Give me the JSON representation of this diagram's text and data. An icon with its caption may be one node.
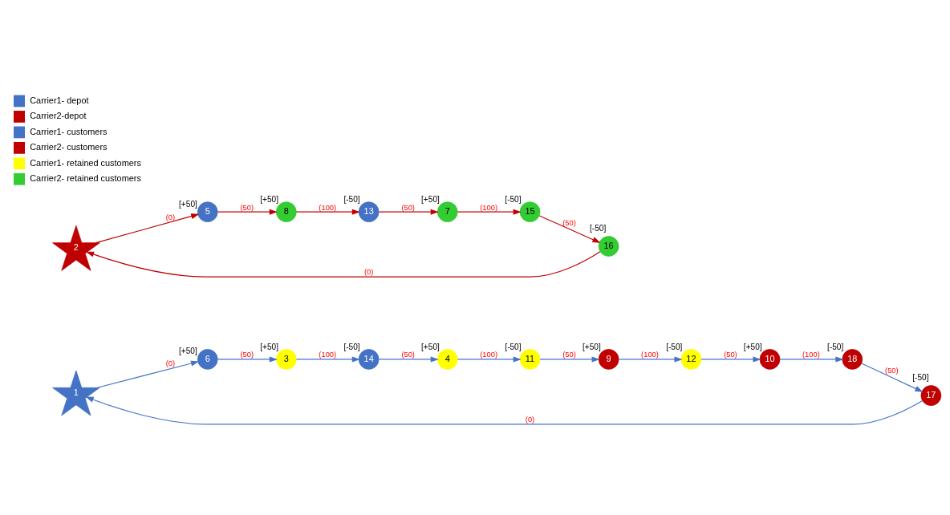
{
  "diagram": {
    "nodes": [
      {
        "text": [
          "1"
        ]
      },
      {
        "text": [
          "6"
        ],
        "beside": [
          "[+50]"
        ]
      },
      {
        "text": [
          "3"
        ],
        "beside": [
          "[+50]"
        ]
      },
      {
        "text": [
          "14"
        ],
        "beside": [
          "[-50]"
        ]
      },
      {
        "text": [
          "4"
        ],
        "beside": [
          "[+50]"
        ]
      },
      {
        "text": [
          "11"
        ],
        "beside": [
          "[-50]"
        ]
      },
      {
        "text": [
          "9"
        ],
        "beside": [
          "[+50]"
        ]
      },
      {
        "text": [
          "12"
        ],
        "beside": [
          "[-50]"
        ]
      },
      {
        "text": [
          "10"
        ],
        "beside": [
          "[+50]"
        ]
      },
      {
        "text": [
          "18"
        ],
        "beside": [
          "[-50]"
        ]
      },
      {
        "text": [
          "17"
        ],
        "beside": [
          "[-50]"
        ]
      },
      {
        "text": [
          "2"
        ]
      },
      {
        "text": [
          "5"
        ],
        "beside": [
          "[+50]"
        ]
      },
      {
        "text": [
          "8"
        ],
        "beside": [
          "[+50]"
        ]
      },
      {
        "text": [
          "13"
        ],
        "beside": [
          "[-50]"
        ]
      },
      {
        "text": [
          "7"
        ],
        "beside": [
          "[+50]"
        ]
      },
      {
        "text": [
          "15"
        ],
        "beside": [
          "[-50]"
        ]
      },
      {
        "text": [
          "16"
        ],
        "beside": [
          "[-50]"
        ]
      }
    ],
    "edges": [
      {
        "from": 0,
        "to": 1,
        "arrow": "to",
        "label": "(0)"
      },
      {
        "from": 1,
        "to": 2,
        "arrow": "to",
        "label": "(50)"
      },
      {
        "from": 2,
        "to": 3,
        "arrow": "to",
        "label": "(100)"
      },
      {
        "from": 3,
        "to": 4,
        "arrow": "to",
        "label": "(50)"
      },
      {
        "from": 4,
        "to": 5,
        "arrow": "to",
        "label": "(100)"
      },
      {
        "from": 5,
        "to": 6,
        "arrow": "to",
        "label": "(50)"
      },
      {
        "from": 6,
        "to": 7,
        "arrow": "to",
        "label": "(100)"
      },
      {
        "from": 7,
        "to": 8,
        "arrow": "to",
        "label": "(50)"
      },
      {
        "from": 8,
        "to": 9,
        "arrow": "to",
        "label": "(100)"
      },
      {
        "from": 9,
        "to": 10,
        "arrow": "to",
        "label": "(50)"
      },
      {
        "from": 10,
        "to": 0,
        "arrow": "to",
        "label": "(0)"
      },
      {
        "from": 11,
        "to": 12,
        "arrow": "to",
        "label": "(0)",
        "color": "#c00000"
      },
      {
        "from": 12,
        "to": 13,
        "arrow": "to",
        "label": "(50)",
        "color": "#c00000"
      },
      {
        "from": 13,
        "to": 14,
        "arrow": "to",
        "label": "(100)",
        "color": "#c00000"
      },
      {
        "from": 14,
        "to": 15,
        "arrow": "to",
        "label": "(50)",
        "color": "#c00000"
      },
      {
        "from": 15,
        "to": 16,
        "arrow": "to",
        "label": "(100)",
        "color": "#c00000"
      },
      {
        "from": 16,
        "to": 17,
        "arrow": "to",
        "label": "(50)",
        "color": "#c00000"
      },
      {
        "from": 17,
        "to": 11,
        "arrow": "to",
        "label": "(0)",
        "color": "#c00000"
      }
    ],
    "legend": [
      {
        "text": "Carrier1- depot",
        "color": "#4472c4"
      },
      {
        "text": "Carrier2-depot",
        "color": "#c00000"
      },
      {
        "text": "Carrier1- customers",
        "color": "#4472c4"
      },
      {
        "text": "Carrier2- customers",
        "color": "#c00000"
      },
      {
        "text": "Carrier1- retained customers",
        "color": "#ffff00"
      },
      {
        "text": "Carrier2- retained customers",
        "color": "#33cc33"
      }
    ]
  }
}
